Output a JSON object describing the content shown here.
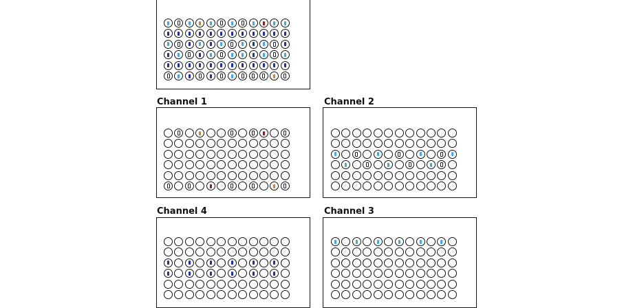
{
  "colors": {
    "light_blue": "#3fa9e8",
    "dark_blue": "#1c2ea8",
    "orange": "#e07a2e",
    "dark_red": "#8a1f1f",
    "outline": "#222222"
  },
  "legend": {
    "L": "light-blue sample",
    "D": "dark-blue sample",
    "O": "orange sample",
    "R": "dark-red sample",
    "B": "outlined sample",
    ".": "empty well"
  },
  "plates": [
    {
      "id": "top",
      "title": "",
      "rows": [
        "LBLOLBLBLRLL",
        "DDDDDDDDDDDD",
        "LBDLDLBLDLBD",
        "DLBDLBLLDLBL",
        "DDDDDDDDDDDD",
        "BLDBDBLBBBOB"
      ]
    },
    {
      "id": "channel-1",
      "title": "Channel 1",
      "rows": [
        ".B.O..B.BR.B",
        "............",
        "............",
        "............",
        "............",
        "B.B.R.B.B.OB"
      ]
    },
    {
      "id": "channel-2",
      "title": "Channel 2",
      "rows": [
        "............",
        "............",
        "L.B.L.B.L.BL",
        ".L.B.L.B.LB.",
        "............",
        "............"
      ]
    },
    {
      "id": "channel-4",
      "title": "Channel 4",
      "rows": [
        "............",
        "............",
        "D.D.D.D.D.D.",
        "D.D.D.D.D.D.",
        "............",
        "............"
      ]
    },
    {
      "id": "channel-3",
      "title": "Channel 3",
      "rows": [
        "L.L.L.L.L.L.",
        "............",
        "............",
        "............",
        "............",
        "............"
      ]
    }
  ]
}
